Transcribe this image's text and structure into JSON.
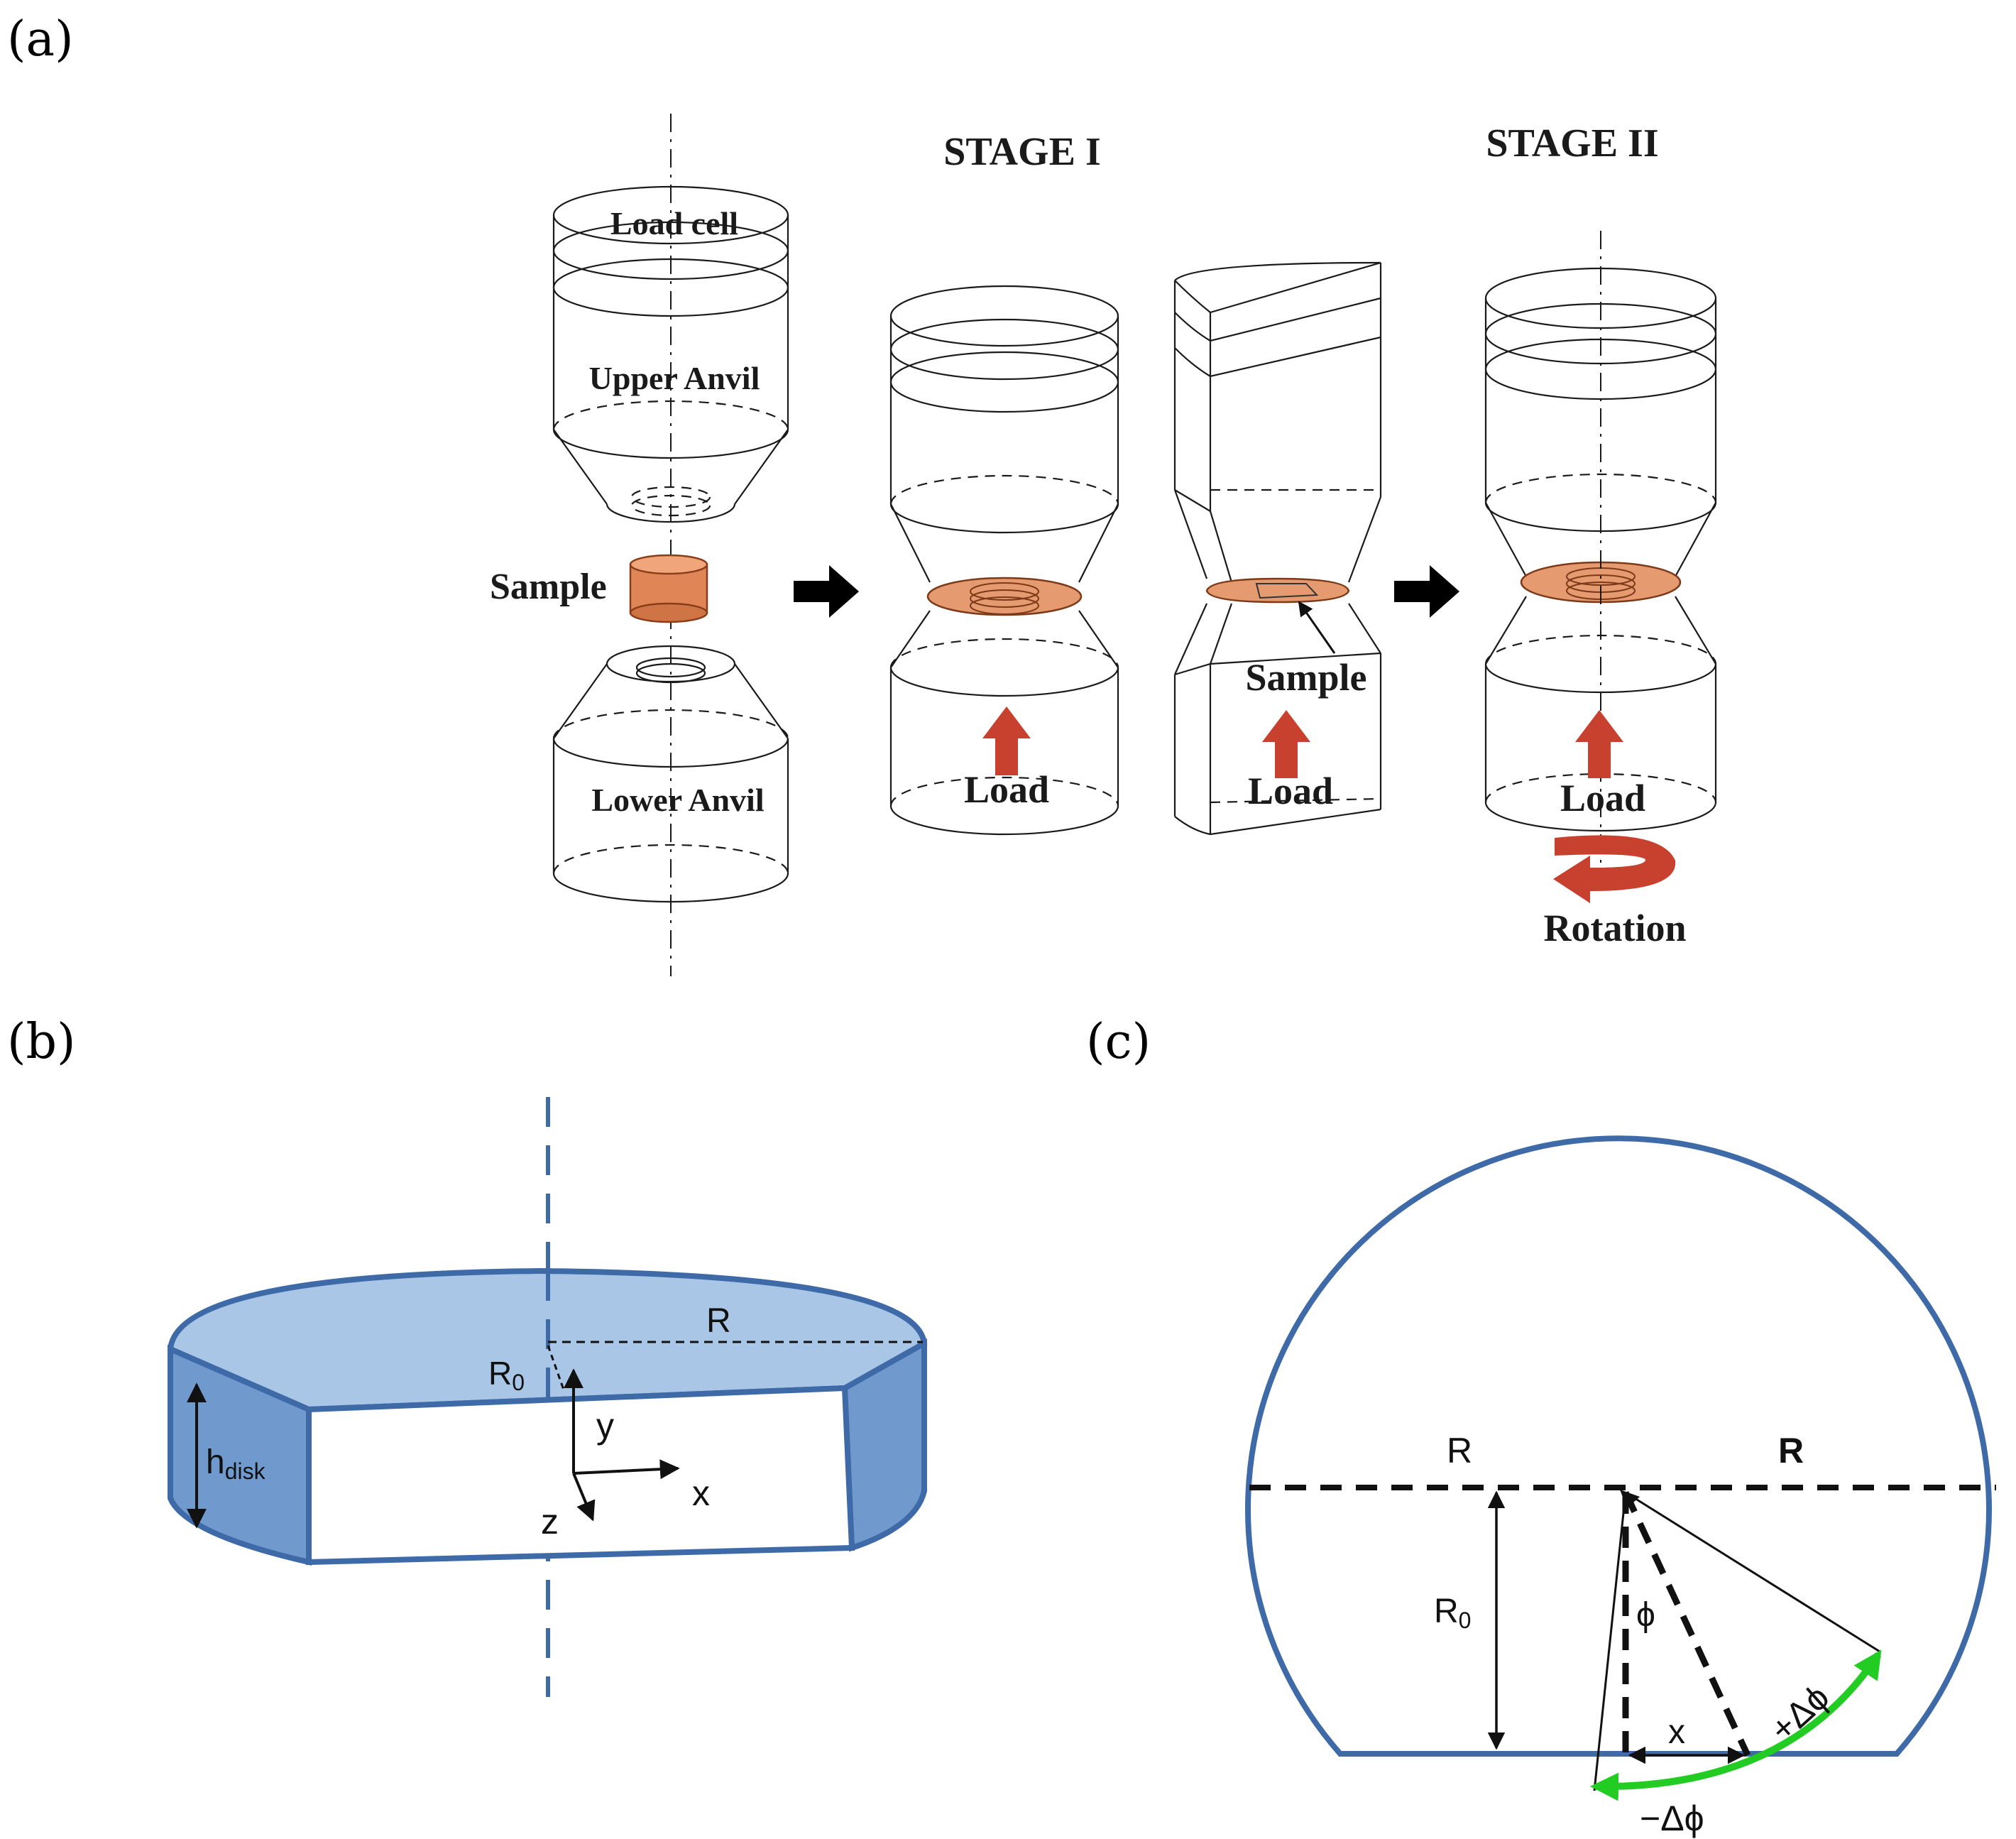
{
  "panels": {
    "a": {
      "label": "(a)",
      "stage1_title": "STAGE I",
      "stage2_title": "STAGE II",
      "load_cell": "Load cell",
      "upper_anvil": "Upper Anvil",
      "sample": "Sample",
      "lower_anvil": "Lower Anvil",
      "sample_callout": "Sample",
      "load1": "Load",
      "load2": "Load",
      "load3": "Load",
      "rotation": "Rotation"
    },
    "b": {
      "label": "(b)",
      "radius": "R",
      "inner_radius": "R",
      "inner_radius_sub": "0",
      "height": "h",
      "height_sub": "disk",
      "axis_x": "x",
      "axis_y": "y",
      "axis_z": "z"
    },
    "c": {
      "label": "(c)",
      "radius_left": "R",
      "radius_right": "R",
      "inner_radius": "R",
      "inner_radius_sub": "0",
      "angle": "ϕ",
      "offset": "x",
      "plus_delta": "+Δϕ",
      "minus_delta": "−Δϕ"
    }
  },
  "colors": {
    "sample_copper": "#e08656",
    "arrow_red": "#c8412f",
    "disk_top": "#a9c6e6",
    "disk_side": "#7099ce",
    "disk_outline": "#3f6aa8",
    "arc_green": "#22cc22"
  }
}
